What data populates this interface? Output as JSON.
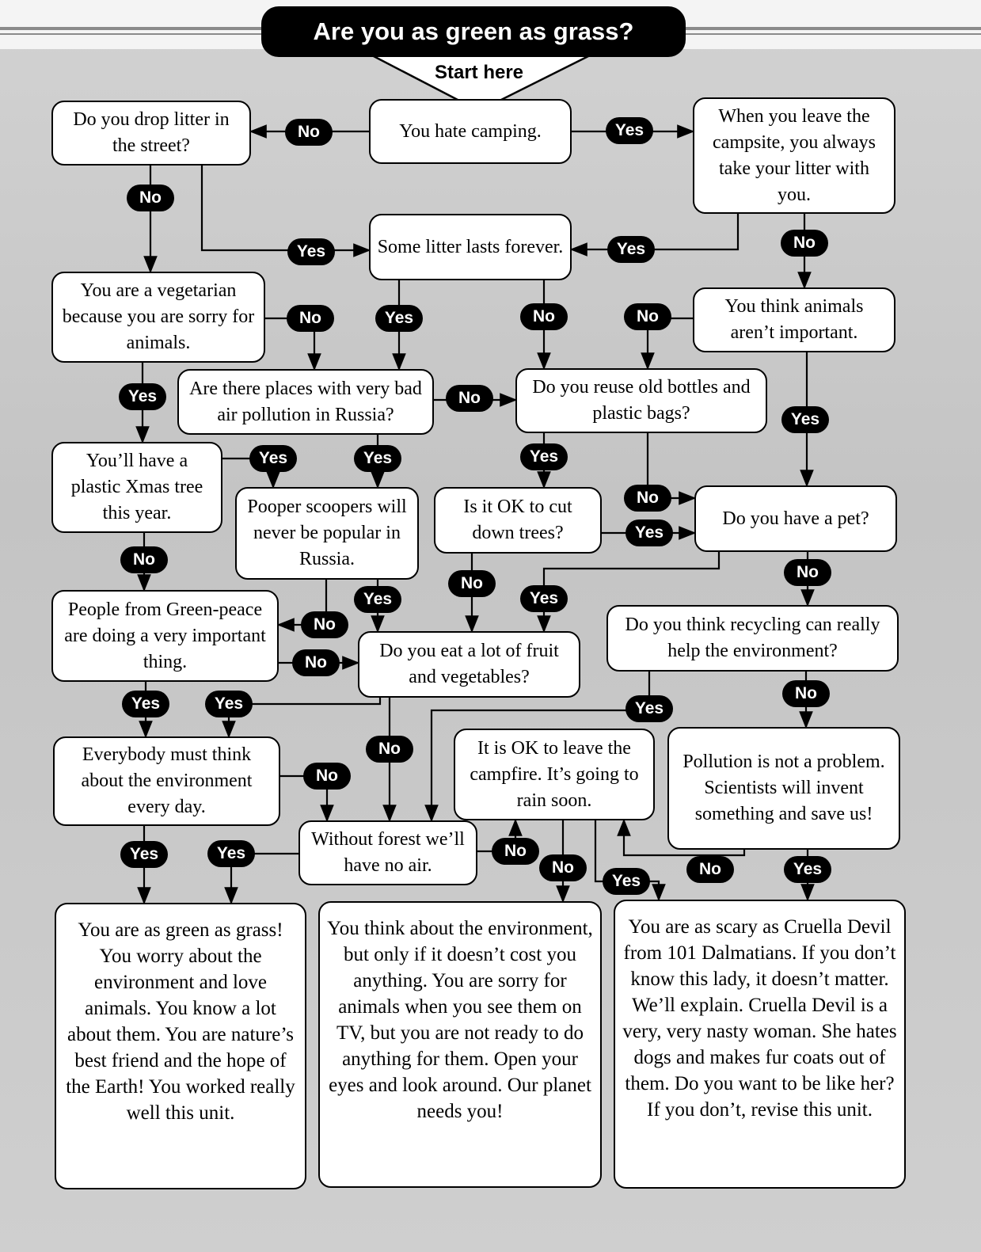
{
  "title": "Are you as green as grass?",
  "start": "Start here",
  "nodes": [
    "You hate camping.",
    "Do you drop litter in the street?",
    "When you leave the campsite, you always take your litter with you.",
    "Some litter lasts forever.",
    "You are a vegetarian because you are sorry for animals.",
    "You think animals aren’t important.",
    "Are there places with very bad air pollution in Russia?",
    "Do you reuse old bottles and plastic bags?",
    "You’ll have a plastic Xmas tree this year.",
    "Pooper scoopers will never be popular in Russia.",
    "Is it OK to cut down trees?",
    "Do you have a pet?",
    "People from Green-peace are doing a very important thing.",
    "Do you eat a lot of fruit and vegetables?",
    "Do you think recycling can really help the environment?",
    "Everybody must think about the environment every day.",
    "It is OK to leave the campfire. It’s going to rain soon.",
    "Pollution is not a problem. Scientists will invent something and save us!",
    "Without forest we’ll have no air."
  ],
  "results": [
    "You are as green as grass! You worry about the environment and love animals. You know a lot about them. You are nature’s best friend and the hope of the Earth! You worked really well this unit.",
    "You think about the environment, but only if it doesn’t cost you anything. You are sorry for animals when you see them on TV, but you are not ready to do anything for them. Open your eyes and look around. Our planet needs you!",
    "You are as scary as Cruella Devil from 101 Dalmatians. If you don’t know this lady, it doesn’t matter. We’ll explain. Cruella Devil is a very, very nasty woman. She hates dogs and makes fur coats out of them. Do you want to be like her? If you don’t, revise this unit."
  ],
  "yes": "Yes",
  "no": "No",
  "labels": [
    "No",
    "Yes",
    "No",
    "Yes",
    "Yes",
    "No",
    "No",
    "Yes",
    "No",
    "No",
    "Yes",
    "No",
    "Yes",
    "Yes",
    "Yes",
    "Yes",
    "No",
    "Yes",
    "No",
    "No",
    "No",
    "Yes",
    "Yes",
    "No",
    "No",
    "Yes",
    "Yes",
    "Yes",
    "No",
    "No",
    "No",
    "Yes",
    "Yes",
    "No",
    "No",
    "Yes",
    "No",
    "Yes"
  ]
}
